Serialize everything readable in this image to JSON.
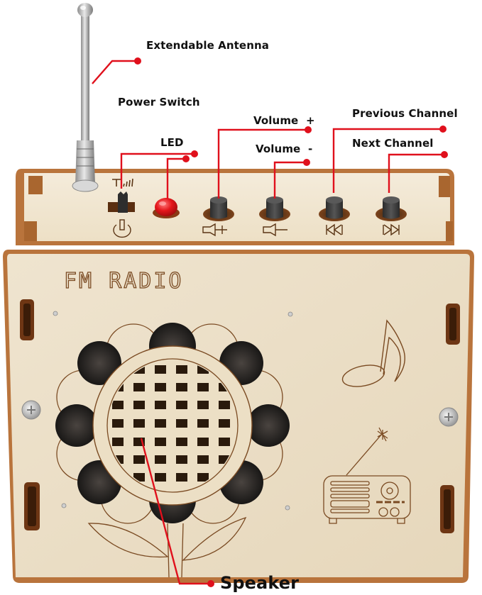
{
  "product": {
    "panel_text": "FM RADIO",
    "colors": {
      "wood_light": "#efe3cc",
      "wood_face": "#eadcc2",
      "wood_edge": "#b9743c",
      "burn": "#6b3a17",
      "engrave": "#7a4a22",
      "callout_red": "#e0101c",
      "knob": "#3c3c3c",
      "led": "#e4161b",
      "hole_dark": "#1f1e1c",
      "metal": "#c8c8c8"
    }
  },
  "callouts": {
    "antenna": "Extendable Antenna",
    "power_switch": "Power Switch",
    "led": "LED",
    "volume_up": "Volume  +",
    "volume_down": "Volume  -",
    "previous_channel": "Previous Channel",
    "next_channel": "Next Channel",
    "speaker": "Speaker"
  },
  "icons": {
    "power": "power-icon",
    "volume_up": "speaker-plus-icon",
    "volume_down": "speaker-minus-icon",
    "previous": "previous-track-icon",
    "next": "next-track-icon",
    "signal": "antenna-signal-icon",
    "music_note": "music-note-icon",
    "radio": "vintage-radio-icon",
    "flower": "sunflower-icon"
  }
}
